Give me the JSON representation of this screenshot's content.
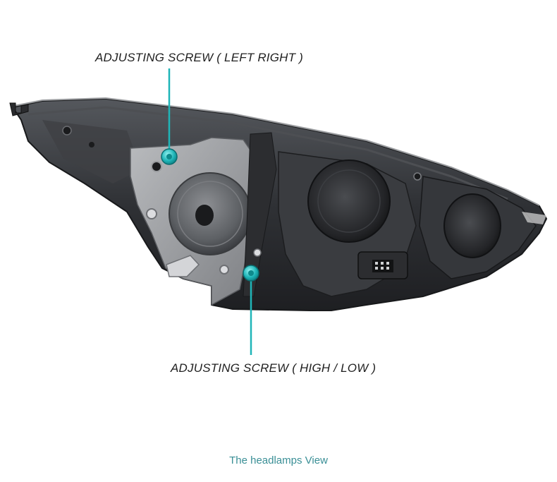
{
  "callouts": {
    "left_right": "ADJUSTING SCREW ( LEFT RIGHT )",
    "high_low": "ADJUSTING SCREW ( HIGH / LOW )"
  },
  "caption": "The headlamps View",
  "colors": {
    "accent": "#1fb5b8",
    "caption": "#3a8f96",
    "housing": "#3a3c40",
    "housing_light": "#8a8c8f"
  }
}
